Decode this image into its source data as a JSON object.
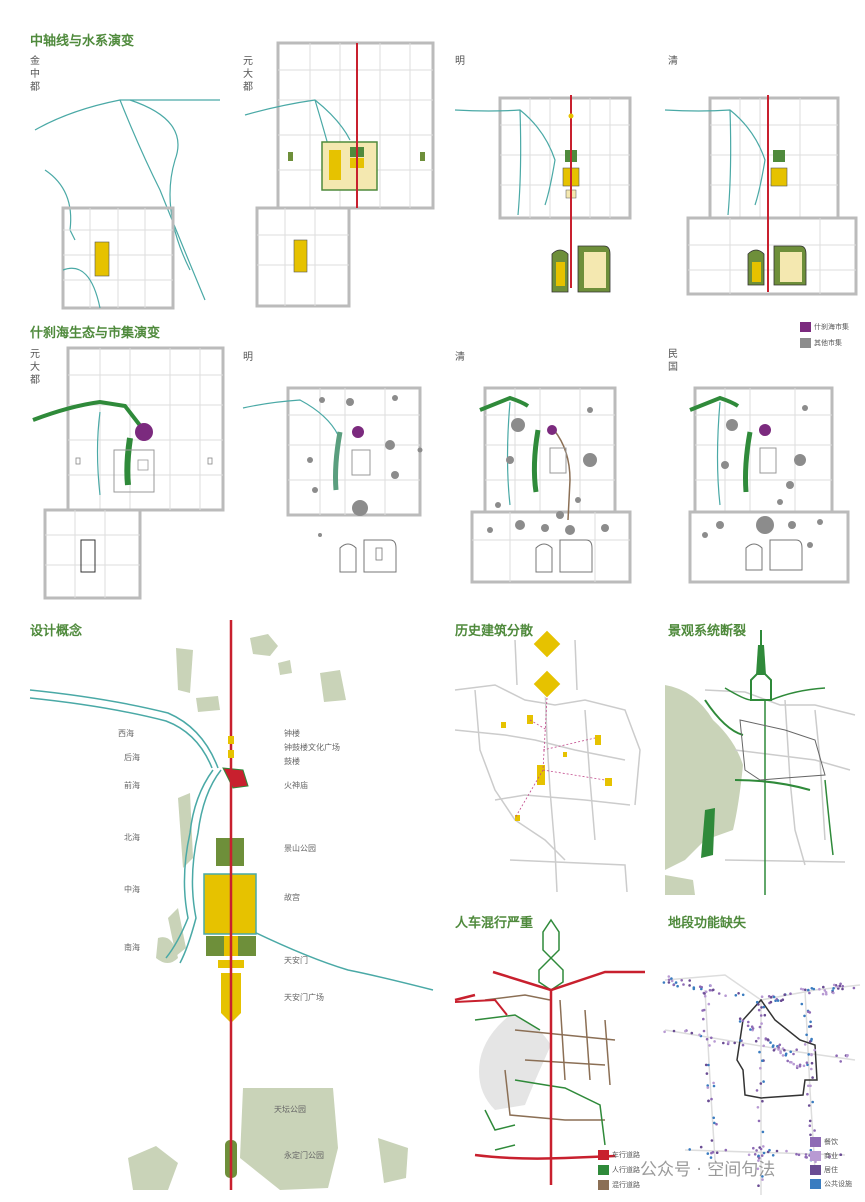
{
  "sections": {
    "axis": "中轴线与水系演变",
    "shichahai": "什刹海生态与市集演变",
    "concept": "设计概念",
    "heritage": "历史建筑分散",
    "landscape": "景观系统断裂",
    "traffic": "人车混行严重",
    "function": "地段功能缺失"
  },
  "periods": {
    "jin": "金中都",
    "yuan": "元大都",
    "ming": "明",
    "qing": "清",
    "minguo": "民国"
  },
  "legend_market": {
    "shichahai_market": "什刹海市集",
    "other_market": "其他市集",
    "market_color": "#7b2a7e",
    "other_color": "#8c8c8c"
  },
  "concept_labels": {
    "west_lake": "西海",
    "back_lake": "后海",
    "front_lake": "前海",
    "north_lake": "北海",
    "middle_lake": "中海",
    "south_lake": "南海",
    "bell_tower": "钟楼",
    "square": "钟鼓楼文化广场",
    "drum_tower": "鼓楼",
    "fire_temple": "火神庙",
    "jingshan": "景山公园",
    "palace": "故宫",
    "tiananmen": "天安门",
    "tiananmen_square": "天安门广场",
    "tiantan": "天坛公园",
    "yongdingmen": "永定门公园"
  },
  "traffic_legend": {
    "car": "车行道路",
    "walk": "人行道路",
    "mixed": "混行道路",
    "car_color": "#c8202e",
    "walk_color": "#2f8a3a",
    "mixed_color": "#8b6f55"
  },
  "function_legend": {
    "food": "餐饮",
    "shop": "商业",
    "lodge": "居住",
    "public": "公共设施",
    "food_color": "#8e6bb5",
    "shop_color": "#b89ad3",
    "lodge_color": "#6a4c93",
    "public_color": "#3a7cc0"
  },
  "watermark": "公众号 · 空间句法",
  "colors": {
    "accent": "#4f8a3c",
    "axis_red": "#c8202e",
    "palace_yellow": "#e6c200",
    "green": "#2f8a3a",
    "water": "#4aa9a6",
    "park": "#c9d3b8"
  }
}
